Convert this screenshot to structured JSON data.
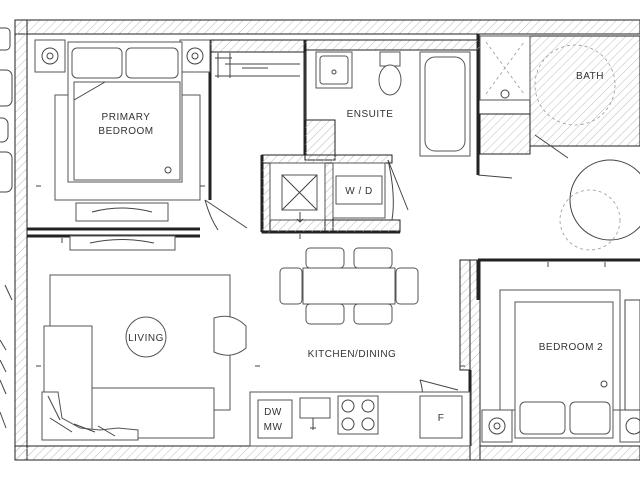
{
  "rooms": {
    "primary_bedroom_line1": "PRIMARY",
    "primary_bedroom_line2": "BEDROOM",
    "ensuite": "ENSUITE",
    "bath": "BATH",
    "laundry": "W / D",
    "living": "LIVING",
    "kitchen_dining": "KITCHEN/DINING",
    "bedroom2": "BEDROOM 2"
  },
  "appliances": {
    "dw": "DW",
    "mw": "MW",
    "fridge": "F"
  },
  "colors": {
    "wall": "#222222",
    "hatch": "#bbbbbb",
    "line": "#555555"
  }
}
